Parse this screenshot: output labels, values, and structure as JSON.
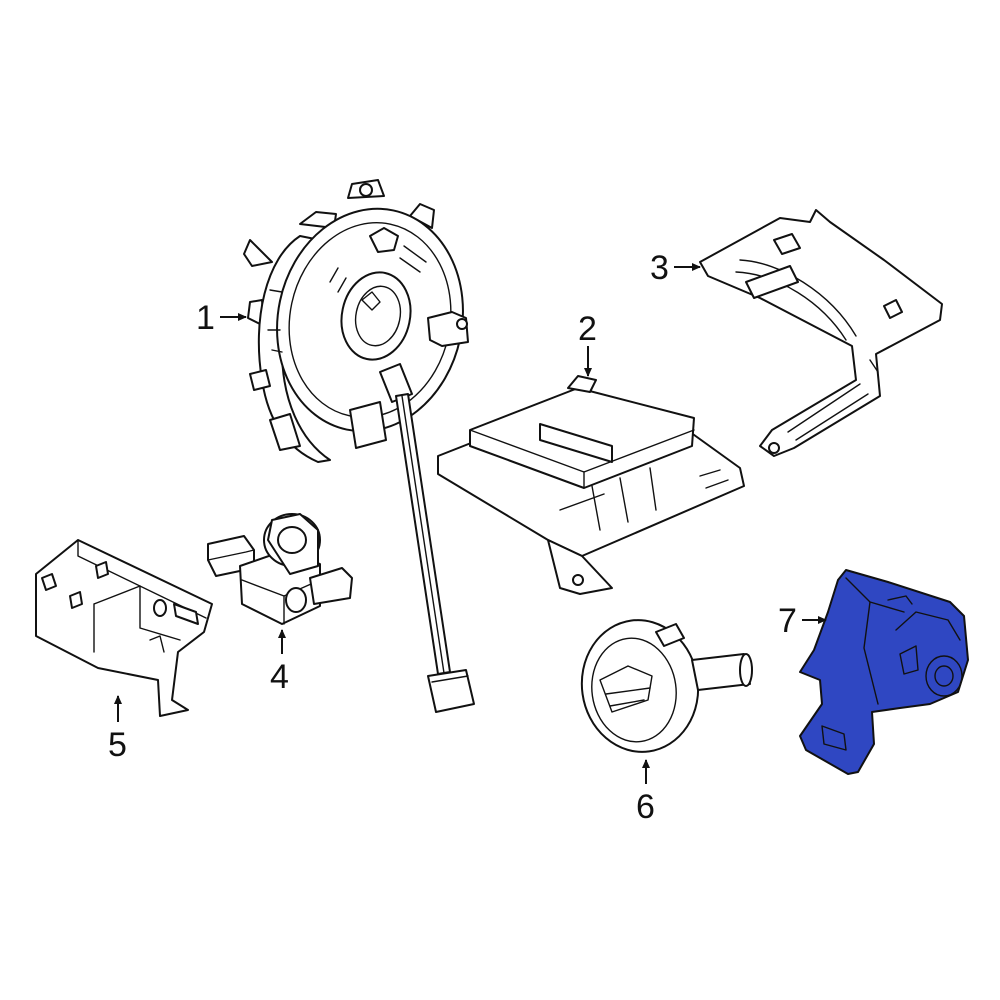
{
  "diagram": {
    "highlight_color": "#2f47c2",
    "line_color": "#111111",
    "background": "#ffffff",
    "callouts": [
      {
        "id": "1",
        "label": "1"
      },
      {
        "id": "2",
        "label": "2"
      },
      {
        "id": "3",
        "label": "3"
      },
      {
        "id": "4",
        "label": "4"
      },
      {
        "id": "5",
        "label": "5"
      },
      {
        "id": "6",
        "label": "6"
      },
      {
        "id": "7",
        "label": "7"
      }
    ]
  }
}
